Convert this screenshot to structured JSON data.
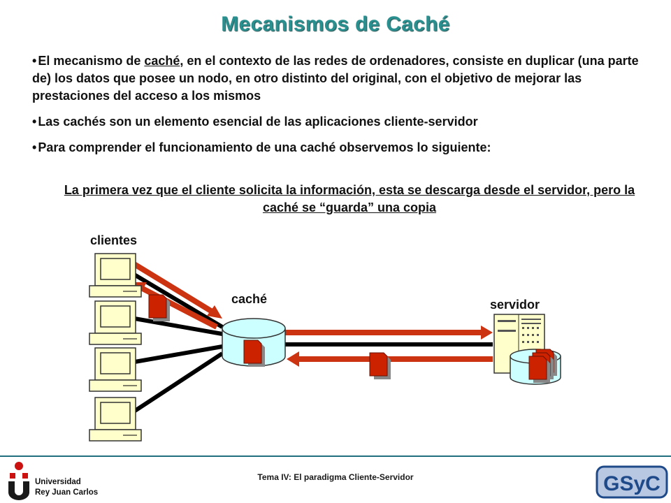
{
  "slide": {
    "title": "Mecanismos de Caché",
    "bullets": [
      {
        "pre": "El mecanismo de ",
        "link": "caché",
        "post": ", en el contexto de las redes de ordenadores, consiste en duplicar (una parte de) los datos que posee un nodo, en otro distinto del original, con el objetivo de mejorar las prestaciones del acceso a los mismos"
      },
      {
        "pre": "Las cachés son un elemento esencial de las aplicaciones cliente-servidor",
        "link": "",
        "post": ""
      },
      {
        "pre": "Para comprender el funcionamiento de una caché observemos lo siguiente:",
        "link": "",
        "post": ""
      }
    ],
    "bullet_char": "•",
    "caption": "La primera vez que el cliente solicita la información, esta se descarga desde el servidor, pero la caché se “guarda” una copia"
  },
  "diagram": {
    "labels": {
      "clients": "clientes",
      "cache": "caché",
      "server": "servidor"
    },
    "colors": {
      "arrow": "#cc3311",
      "document": "#cc2200",
      "cable": "#000000",
      "device": "#ffffcc",
      "screen_stroke": "#333333"
    }
  },
  "footer": {
    "course": "Tema IV: El paradigma Cliente-Servidor",
    "university_line1": "Universidad",
    "university_line2": "Rey Juan Carlos",
    "group_logo": "GSyC",
    "university_logo_color": "#cc1111",
    "group_logo_color": "#1f4a8a"
  }
}
